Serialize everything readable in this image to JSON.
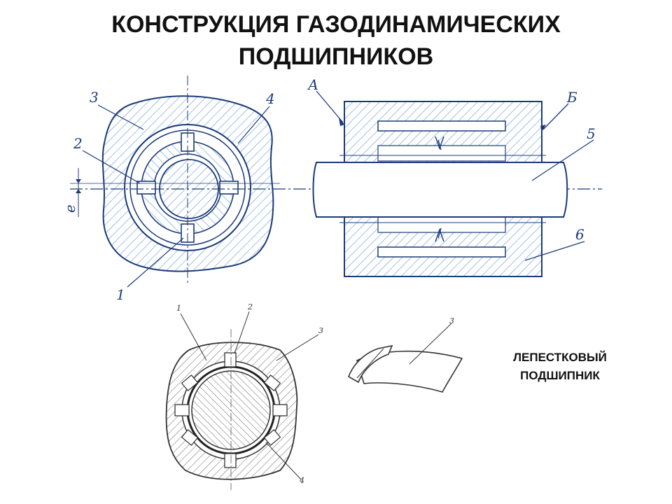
{
  "title": {
    "line1": "КОНСТРУКЦИЯ ГАЗОДИНАМИЧЕСКИХ",
    "line2": "ПОДШИПНИКОВ"
  },
  "caption": {
    "line1": "ЛЕПЕСТКОВЫЙ",
    "line2": "ПОДШИПНИК"
  },
  "figure_top": {
    "labels": {
      "n1": "1",
      "n2": "2",
      "n3": "3",
      "n4": "4",
      "n5": "5",
      "n6": "6",
      "A": "А",
      "B": "Б",
      "e": "e"
    }
  },
  "figure_bottom": {
    "labels": {
      "n1": "1",
      "n2": "2",
      "n3": "3",
      "n4": "4",
      "n3_petal": "3"
    }
  },
  "colors": {
    "hatch_blue": "#6f9fd8",
    "line_blue": "#1b3a78",
    "hatch_gray": "#555555"
  }
}
